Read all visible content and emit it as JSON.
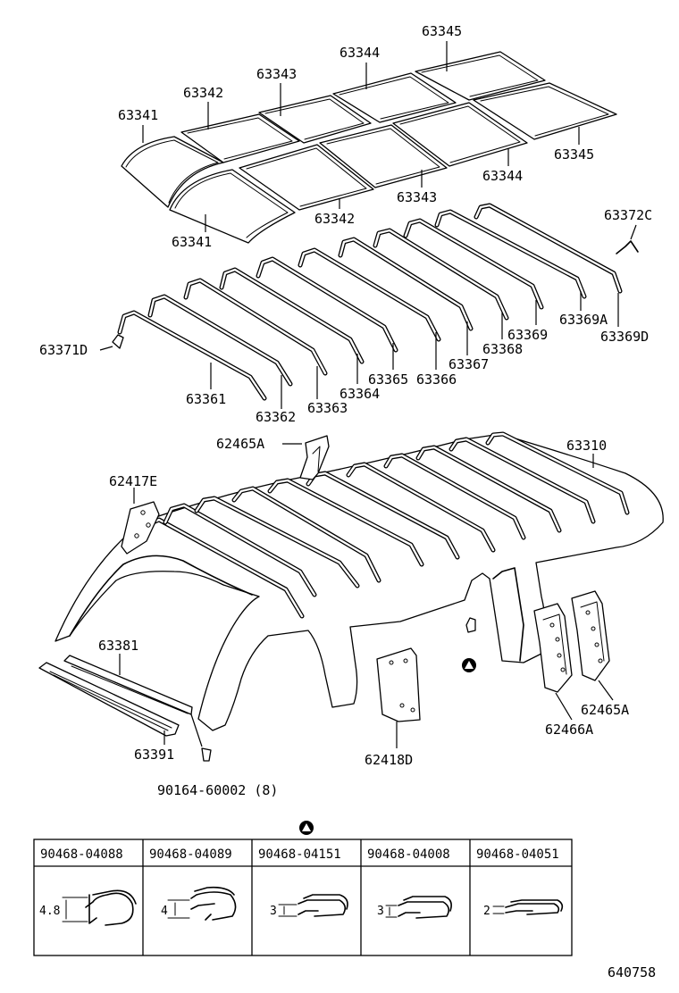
{
  "labels": {
    "p63345_top": "63345",
    "p63344_top": "63344",
    "p63343_top": "63343",
    "p63342_top": "63342",
    "p63341_top": "63341",
    "p63345_r": "63345",
    "p63344_r": "63344",
    "p63343_b": "63343",
    "p63342_b": "63342",
    "p63341_b": "63341",
    "p63372C": "63372C",
    "p63371D": "63371D",
    "p63361": "63361",
    "p63362": "63362",
    "p63363": "63363",
    "p63364": "63364",
    "p63365": "63365",
    "p63366": "63366",
    "p63367": "63367",
    "p63368": "63368",
    "p63369": "63369",
    "p63369A": "63369A",
    "p63369D": "63369D",
    "p62465A_top": "62465A",
    "p63310": "63310",
    "p62417E": "62417E",
    "p63381": "63381",
    "p63391": "63391",
    "p90164": "90164-60002 (8)",
    "p62418D": "62418D",
    "p62466A": "62466A",
    "p62465A_r": "62465A",
    "diagram_number": "640758"
  },
  "clip_table": {
    "headers": [
      "90468-04088",
      "90468-04089",
      "90468-04151",
      "90468-04008",
      "90468-04051"
    ],
    "dimensions": [
      "4.8",
      "4",
      "3",
      "3",
      "2"
    ]
  }
}
